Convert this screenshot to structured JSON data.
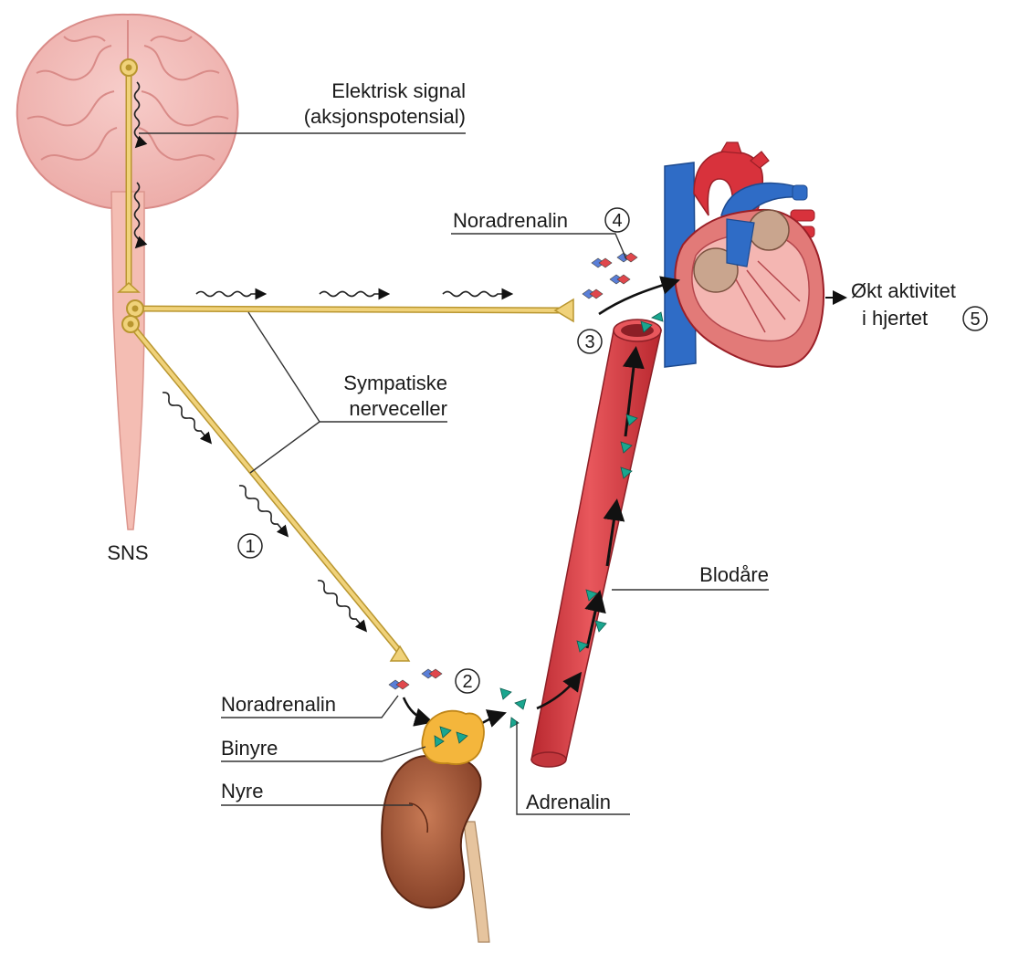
{
  "labels": {
    "electric_signal_line1": "Elektrisk signal",
    "electric_signal_line2": "(aksjonspotensial)",
    "noradrenalin_top": "Noradrenalin",
    "noradrenalin_bottom": "Noradrenalin",
    "increased_activity_line1": "Økt aktivitet",
    "increased_activity_line2": "i hjertet",
    "sympathetic_line1": "Sympatiske",
    "sympathetic_line2": "nerveceller",
    "sns": "SNS",
    "blood_vessel": "Blodåre",
    "adrenal_gland": "Binyre",
    "kidney": "Nyre",
    "adrenaline": "Adrenalin"
  },
  "steps": {
    "step1": "1",
    "step2": "2",
    "step3": "3",
    "step4": "4",
    "step5": "5"
  },
  "colors": {
    "brain": "#f2b8b4",
    "brain_outline": "#d98b88",
    "spinal_cord": "#f4bdb3",
    "nerve": "#f0d27a",
    "nerve_outline": "#b9962f",
    "vessel": "#d8444a",
    "vessel_dark": "#a82830",
    "adrenal": "#f4b63c",
    "kidney": "#9c4f35",
    "heart_red": "#d8323c",
    "heart_blue": "#2f6cc6",
    "adrenaline_marker": "#1aa68f",
    "noradrenalin_red": "#e0474c",
    "noradrenalin_blue": "#5a7fd8"
  }
}
